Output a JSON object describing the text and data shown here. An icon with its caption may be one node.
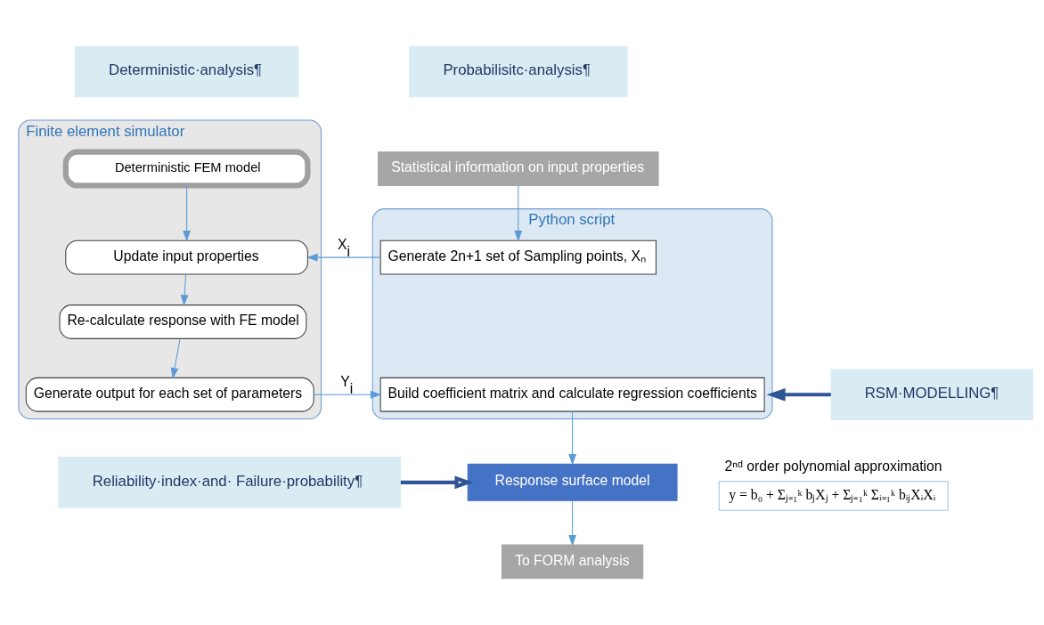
{
  "diagram": {
    "nodes": [
      {
        "text": [
          "Deterministic·analysis¶"
        ]
      },
      {
        "text": [
          "Probabilisitc·analysis¶"
        ]
      },
      {
        "text": [
          "Statistical information on input properties"
        ]
      },
      {
        "text": [
          "Finite element simulator"
        ]
      },
      {
        "text": [
          "Deterministic FEM model"
        ],
        "in": 3
      },
      {
        "text": [
          "Update input properties"
        ],
        "in": 3
      },
      {
        "text": [
          "Re-calculate response with FE model"
        ],
        "in": 3
      },
      {
        "text": [
          "Generate output for each set of parameters"
        ],
        "in": 3
      },
      {
        "text": [
          "Python script"
        ]
      },
      {
        "text": [
          "Generate 2n+1 set of Sampling points, Xₙ"
        ],
        "in": 8
      },
      {
        "text": [
          "Build coefficient matrix and calculate regression coefficients"
        ],
        "in": 8
      },
      {
        "text": [
          "RSM·MODELLING¶"
        ]
      },
      {
        "text": [
          "Reliability·index·and· Failure·probability¶"
        ]
      },
      {
        "text": [
          "Response surface model"
        ]
      },
      {
        "text": [
          "To FORM analysis"
        ]
      },
      {
        "text": [
          "2ⁿᵈ order polynomial approximation",
          "y = b₀ + Σⱼ₌₁ᵏ bⱼXⱼ + Σⱼ₌₁ᵏ Σᵢ₌₁ᵏ bᵢⱼXᵢXᵢ"
        ]
      }
    ],
    "edges": [
      {
        "from": 2,
        "to": 9,
        "arrow": "to"
      },
      {
        "from": 4,
        "to": 5,
        "arrow": "to"
      },
      {
        "from": 5,
        "to": 6,
        "arrow": "to"
      },
      {
        "from": 6,
        "to": 7,
        "arrow": "to"
      },
      {
        "from": 9,
        "to": 5,
        "arrow": "to",
        "label": "X$_{i}$"
      },
      {
        "from": 7,
        "to": 10,
        "arrow": "to",
        "label": "Y$_{i}$"
      },
      {
        "from": 10,
        "to": 13,
        "arrow": "to"
      },
      {
        "from": 13,
        "to": 14,
        "arrow": "to"
      },
      {
        "from": 11,
        "to": 8,
        "arrow": "to",
        "style": "thick",
        "color": "#2f5597"
      },
      {
        "from": 12,
        "to": 13,
        "arrow": "to",
        "style": "thick",
        "color": "#2f5597"
      }
    ]
  }
}
